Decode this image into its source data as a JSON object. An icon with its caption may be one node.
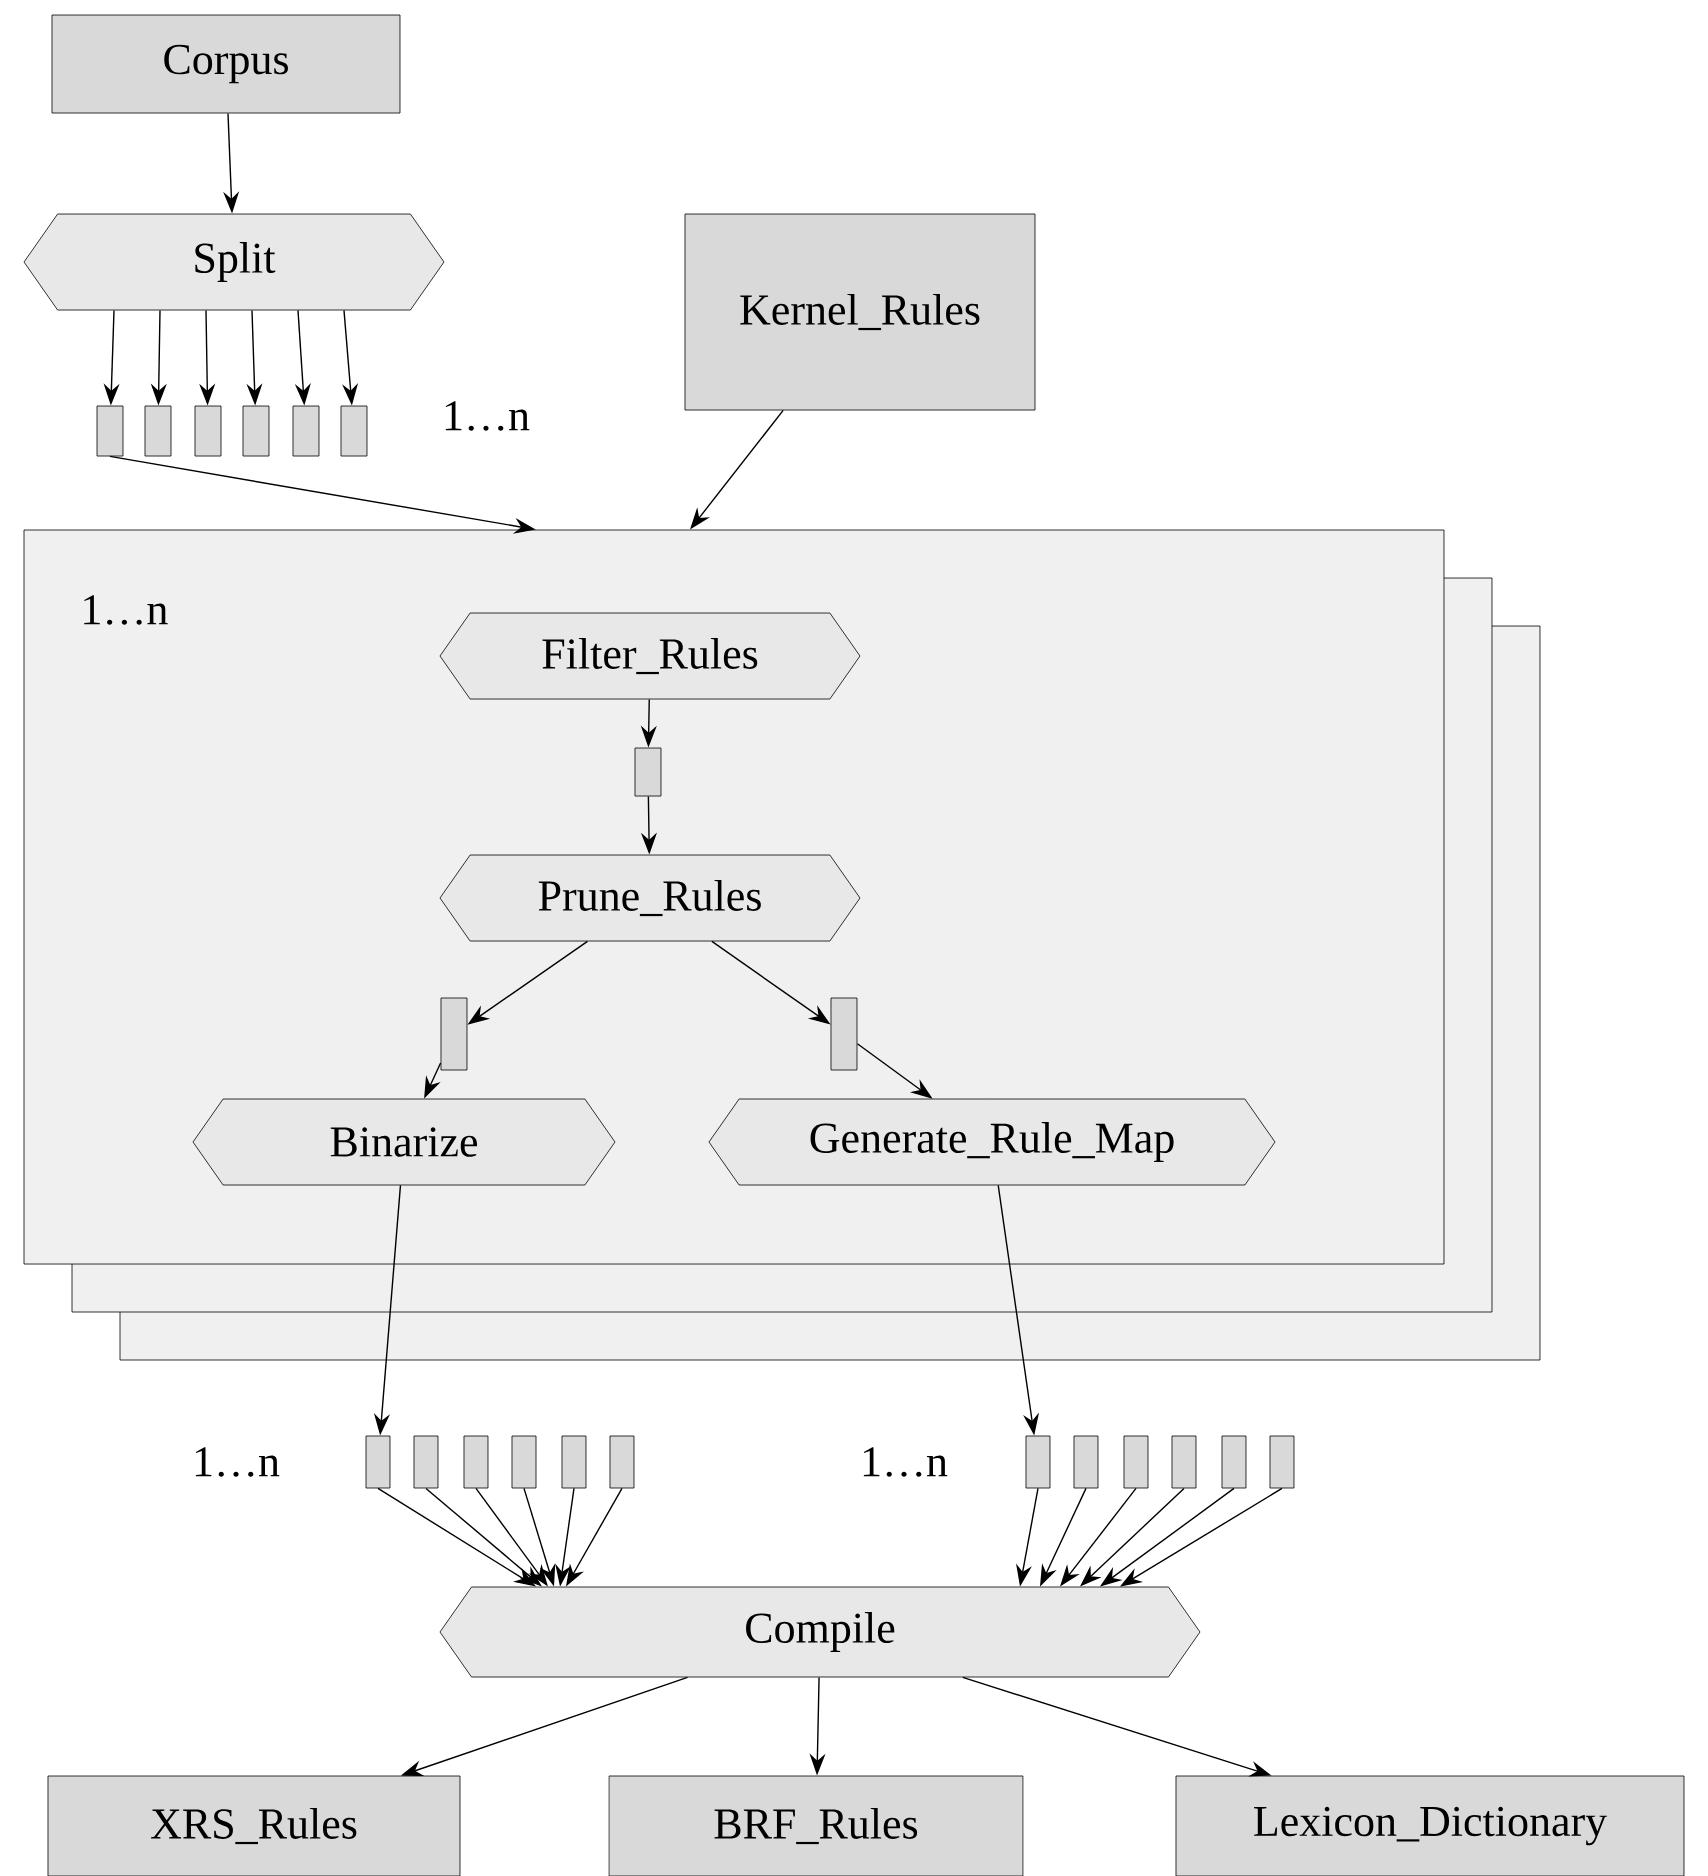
{
  "diagram": {
    "nodes": [
      {
        "text": [
          "Corpus"
        ]
      },
      {
        "text": [
          "Split"
        ]
      },
      {
        "text": [],
        "shape": "bar"
      },
      {
        "text": [],
        "shape": "bar"
      },
      {
        "text": [],
        "shape": "bar"
      },
      {
        "text": [],
        "shape": "bar"
      },
      {
        "text": [],
        "shape": "bar"
      },
      {
        "text": [],
        "shape": "bar"
      },
      {
        "text": [
          "Kernel_Rules"
        ]
      },
      {
        "text": [
          "1…n"
        ]
      },
      {
        "text": [
          "Filter_Rules"
        ],
        "in": 9
      },
      {
        "text": [],
        "shape": "bar",
        "in": 9
      },
      {
        "text": [
          "Prune_Rules"
        ],
        "in": 9
      },
      {
        "text": [],
        "shape": "bar",
        "in": 9
      },
      {
        "text": [],
        "shape": "bar",
        "in": 9
      },
      {
        "text": [
          "Binarize"
        ],
        "in": 9
      },
      {
        "text": [
          "Generate_Rule_Map"
        ],
        "in": 9
      },
      {
        "text": [],
        "shape": "bar"
      },
      {
        "text": [],
        "shape": "bar"
      },
      {
        "text": [],
        "shape": "bar"
      },
      {
        "text": [],
        "shape": "bar"
      },
      {
        "text": [],
        "shape": "bar"
      },
      {
        "text": [],
        "shape": "bar"
      },
      {
        "text": [],
        "shape": "bar"
      },
      {
        "text": [],
        "shape": "bar"
      },
      {
        "text": [],
        "shape": "bar"
      },
      {
        "text": [],
        "shape": "bar"
      },
      {
        "text": [],
        "shape": "bar"
      },
      {
        "text": [],
        "shape": "bar"
      },
      {
        "text": [
          "Compile"
        ]
      },
      {
        "text": [
          "XRS_Rules"
        ]
      },
      {
        "text": [
          "BRF_Rules"
        ]
      },
      {
        "text": [
          "Lexicon_Dictionary"
        ]
      }
    ],
    "edges": [
      {
        "from": 0,
        "to": 1,
        "arrow": "to"
      },
      {
        "from": 1,
        "to": 2,
        "arrow": "to"
      },
      {
        "from": 1,
        "to": 3,
        "arrow": "to"
      },
      {
        "from": 1,
        "to": 4,
        "arrow": "to"
      },
      {
        "from": 1,
        "to": 5,
        "arrow": "to"
      },
      {
        "from": 1,
        "to": 6,
        "arrow": "to"
      },
      {
        "from": 1,
        "to": 7,
        "arrow": "to"
      },
      {
        "from": 2,
        "to": 9,
        "arrow": "to"
      },
      {
        "from": 8,
        "to": 9,
        "arrow": "to"
      },
      {
        "from": 10,
        "to": 11,
        "arrow": "to"
      },
      {
        "from": 11,
        "to": 12,
        "arrow": "to"
      },
      {
        "from": 12,
        "to": 13,
        "arrow": "to"
      },
      {
        "from": 13,
        "to": 15,
        "arrow": "to"
      },
      {
        "from": 12,
        "to": 14,
        "arrow": "to"
      },
      {
        "from": 14,
        "to": 16,
        "arrow": "to"
      },
      {
        "from": 15,
        "to": 17,
        "arrow": "to"
      },
      {
        "from": 16,
        "to": 23,
        "arrow": "to"
      },
      {
        "from": 17,
        "to": 29,
        "arrow": "to"
      },
      {
        "from": 18,
        "to": 29,
        "arrow": "to"
      },
      {
        "from": 19,
        "to": 29,
        "arrow": "to"
      },
      {
        "from": 20,
        "to": 29,
        "arrow": "to"
      },
      {
        "from": 21,
        "to": 29,
        "arrow": "to"
      },
      {
        "from": 22,
        "to": 29,
        "arrow": "to"
      },
      {
        "from": 23,
        "to": 29,
        "arrow": "to"
      },
      {
        "from": 24,
        "to": 29,
        "arrow": "to"
      },
      {
        "from": 25,
        "to": 29,
        "arrow": "to"
      },
      {
        "from": 26,
        "to": 29,
        "arrow": "to"
      },
      {
        "from": 27,
        "to": 29,
        "arrow": "to"
      },
      {
        "from": 28,
        "to": 29,
        "arrow": "to"
      },
      {
        "from": 29,
        "to": 30,
        "arrow": "to"
      },
      {
        "from": 29,
        "to": 31,
        "arrow": "to"
      },
      {
        "from": 29,
        "to": 32,
        "arrow": "to"
      }
    ],
    "labels": [
      "1…n",
      "1…n",
      "1…n"
    ]
  }
}
